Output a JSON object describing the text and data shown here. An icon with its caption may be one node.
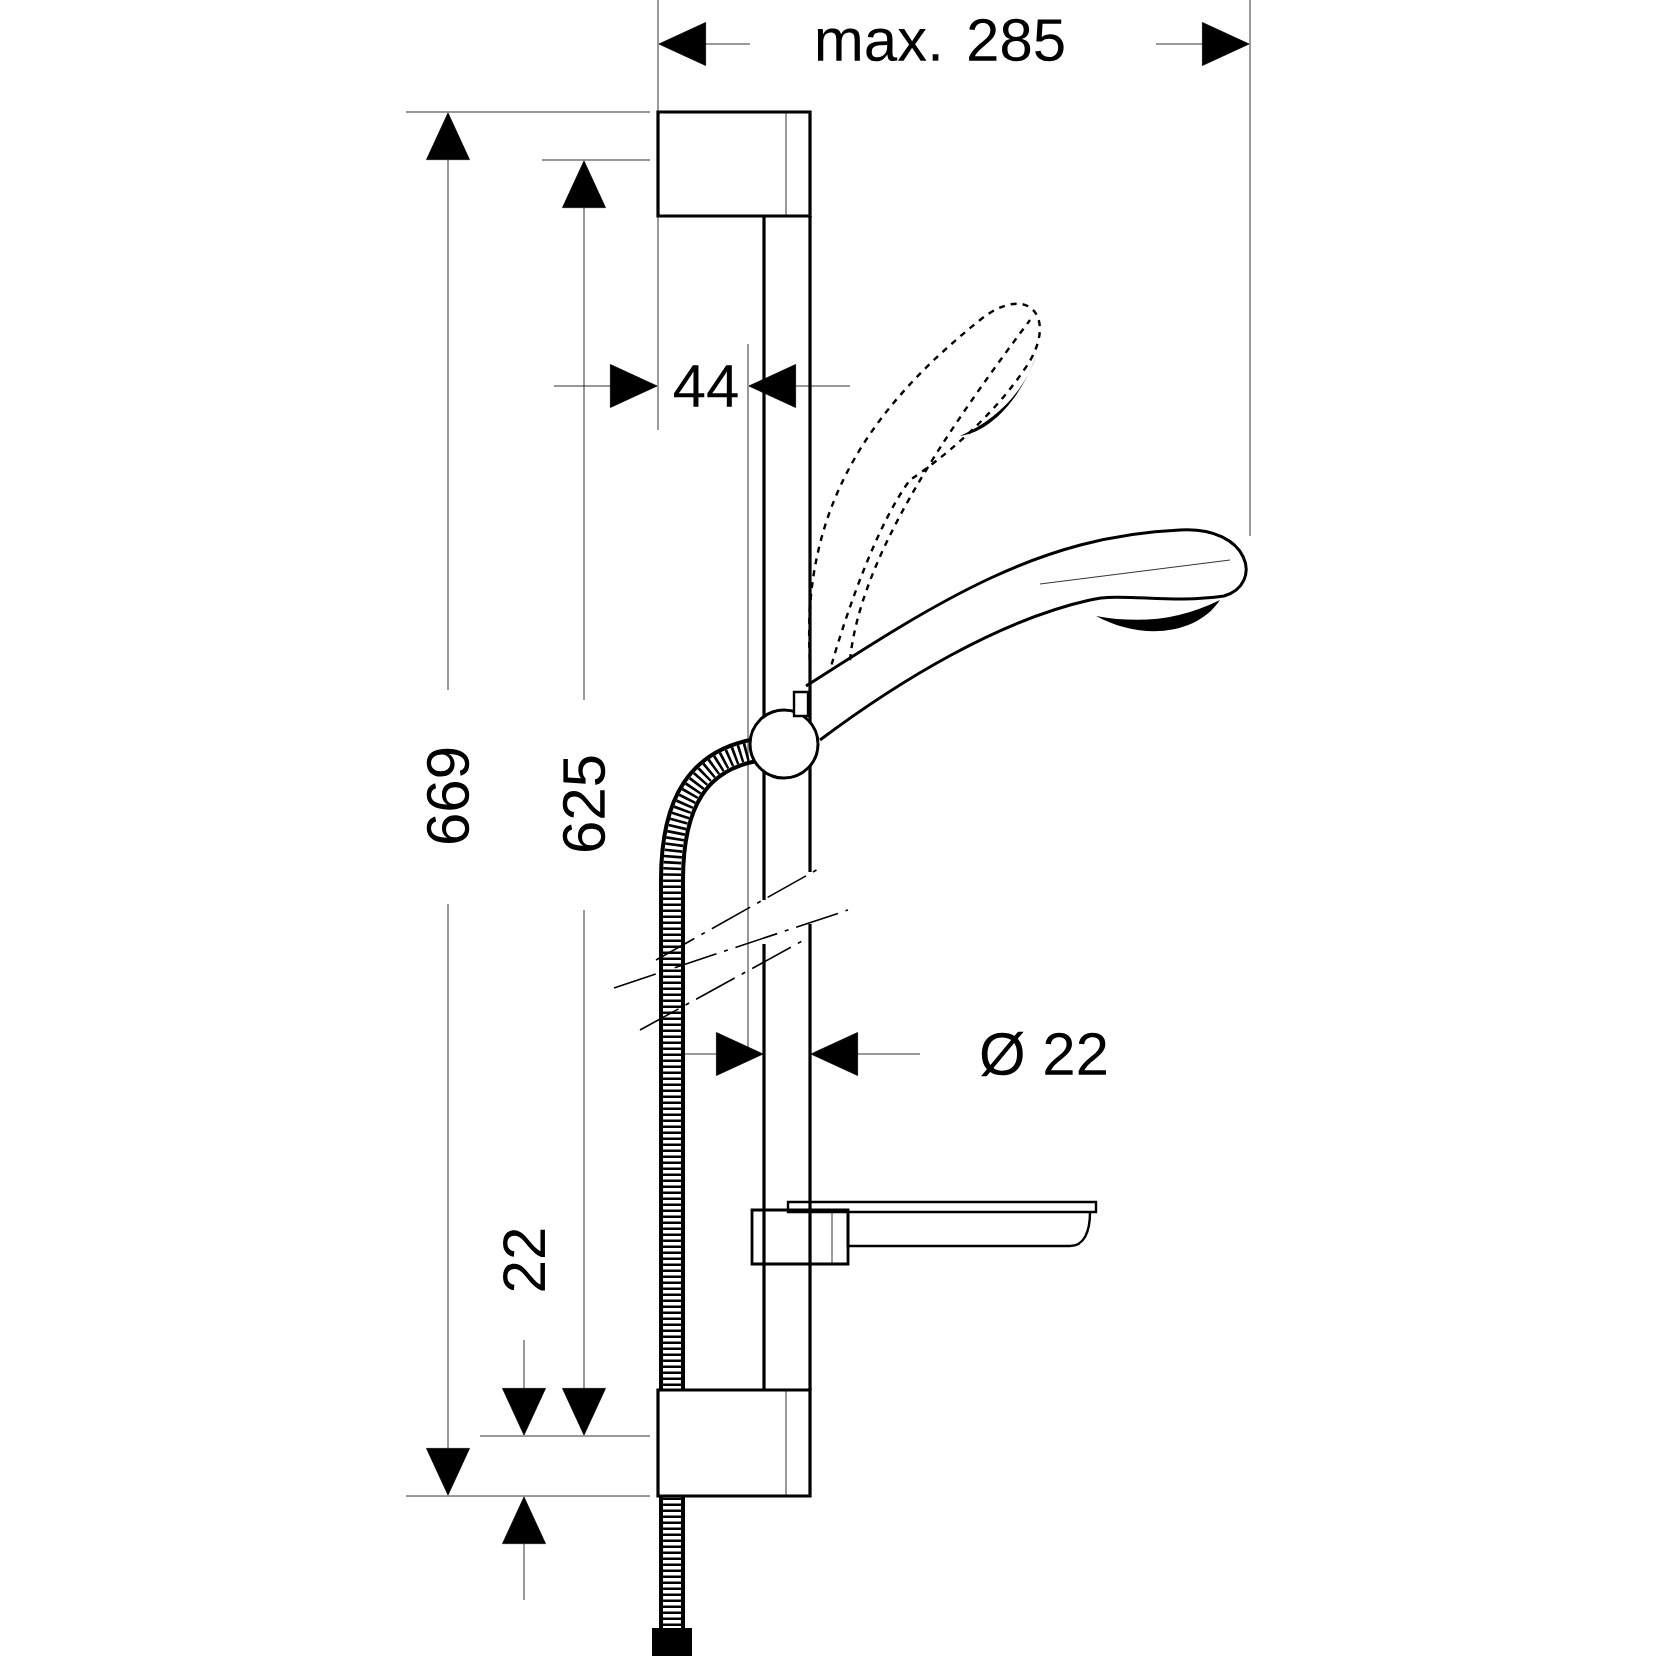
{
  "diagram": {
    "labels": [
      "max. 285",
      "44",
      "669",
      "625",
      "Ø 22",
      "22"
    ]
  }
}
